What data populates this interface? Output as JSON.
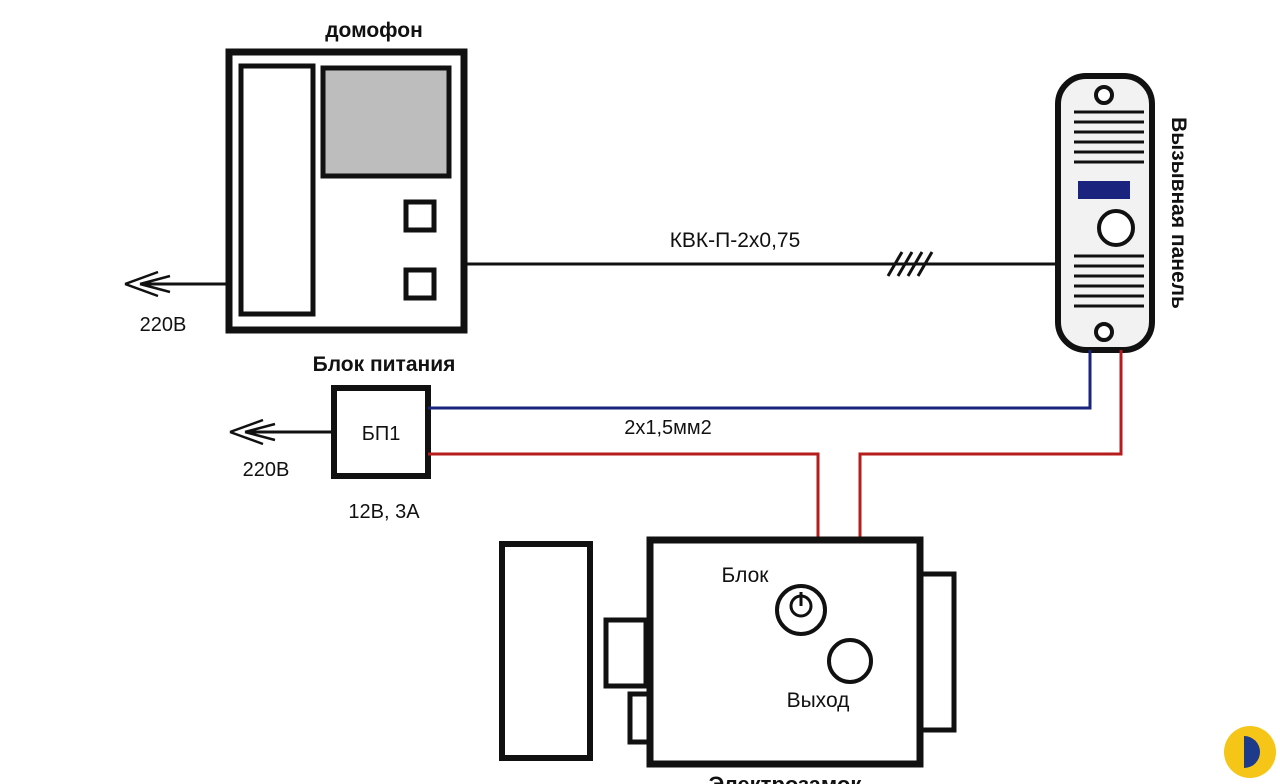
{
  "labels": {
    "intercom": "домофон",
    "intercom_power": "220В",
    "cable_main": "КВК-П-2х0,75",
    "call_panel": "Вызывная панель",
    "psu_title": "Блок питания",
    "psu_name": "БП1",
    "psu_power": "220В",
    "psu_rating": "12В, 3А",
    "cable_power": "2х1,5мм2",
    "lock_block": "Блок",
    "lock_exit": "Выход",
    "lock_title": "Электрозамок"
  },
  "colors": {
    "wire_black": "#111111",
    "wire_blue": "#1a237e",
    "wire_red": "#b71c1c",
    "screen_gray": "#bdbdbd",
    "panel_body": "#f2f2f2",
    "panel_window": "#1a237e",
    "logo_yellow": "#f5c518",
    "logo_blue": "#1e3a8a"
  }
}
